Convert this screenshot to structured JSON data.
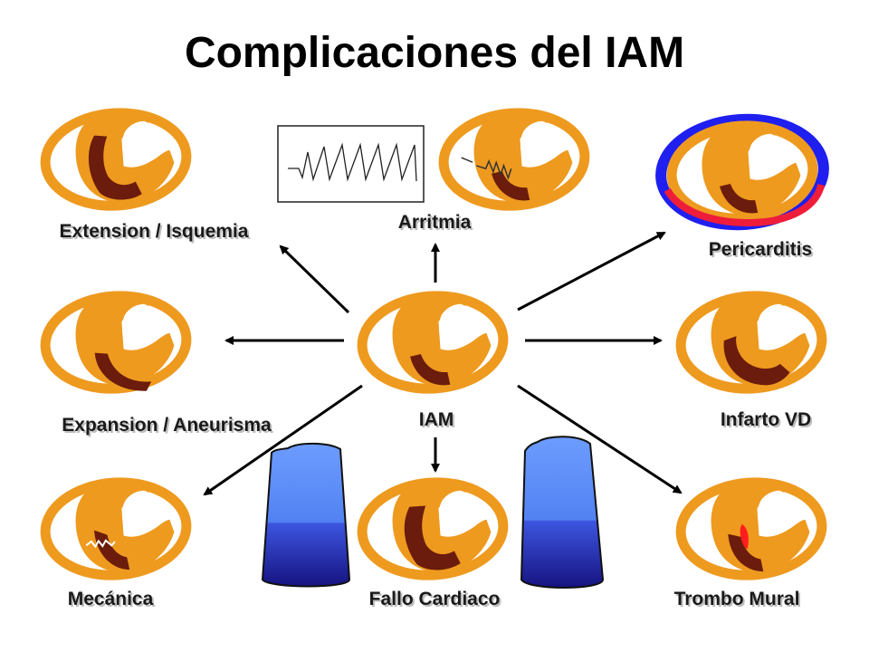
{
  "title": "Complicaciones del IAM",
  "labels": {
    "center": "IAM",
    "extension": "Extension / Isquemia",
    "arritmia": "Arritmia",
    "pericarditis": "Pericarditis",
    "expansion": "Expansion / Aneurisma",
    "infarto_vd": "Infarto VD",
    "mecanica": "Mecánica",
    "fallo": "Fallo Cardiaco",
    "trombo": "Trombo Mural"
  },
  "colors": {
    "myocardium": "#ee9a1f",
    "infarct": "#6b1c0c",
    "pericardium_outer": "#1f1ff0",
    "pericardium_inner": "#ef1d3a",
    "thrombus": "#ff1e1e",
    "arrow": "#000000",
    "ventricle_light": "#5f8ff7",
    "ventricle_dark": "#2d2bcb"
  }
}
